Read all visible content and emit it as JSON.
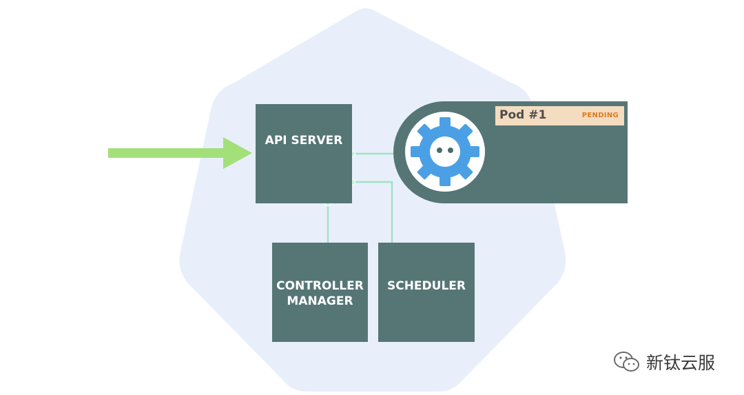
{
  "diagram": {
    "nodes": {
      "api_server": "API SERVER",
      "controller_manager": "CONTROLLER\nMANAGER",
      "scheduler": "SCHEDULER"
    },
    "pod": {
      "title": "Pod #1",
      "status": "PENDING"
    }
  },
  "watermark": {
    "text": "新钛云服"
  },
  "colors": {
    "cluster_background": "#e8effb",
    "box_fill": "#567676",
    "box_text": "#ffffff",
    "connector": "#9fe3c4",
    "arrow": "#a3e07a",
    "pod_header_fill": "#f4dcc0",
    "pod_title": "#4d4d4d",
    "pending_status": "#e07a1e",
    "gear_blue": "#4ba0e5"
  }
}
